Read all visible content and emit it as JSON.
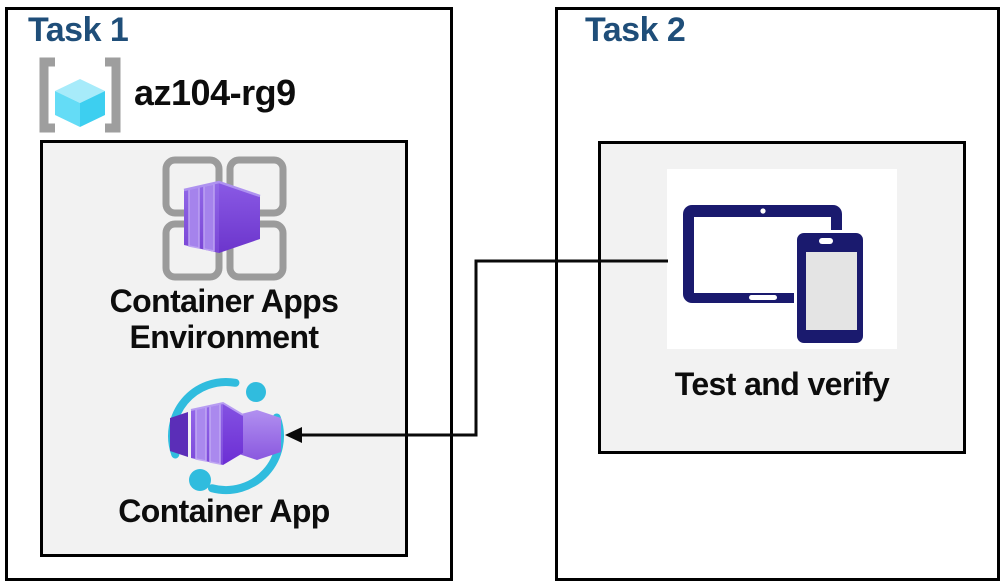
{
  "task1": {
    "title": "Task 1",
    "resource_group": {
      "name": "az104-rg9",
      "icon": "resource-group-icon"
    },
    "environment": {
      "label": "Container Apps Environment",
      "icon": "container-apps-environment-icon"
    },
    "container_app": {
      "label": "Container App",
      "icon": "container-app-icon"
    }
  },
  "task2": {
    "title": "Task 2",
    "test": {
      "label": "Test and verify",
      "icon": "tablet-phone-icon"
    }
  },
  "connector": {
    "type": "elbow-arrow",
    "from": "task2-device-icon",
    "to": "task1-container-app-icon"
  },
  "colors": {
    "title_navy": "#1F4E79",
    "panel_bg": "#F2F2F2",
    "outline_black": "#000000",
    "device_navy": "#1A1A6E",
    "accent_cyan": "#30BCDE",
    "container_purple": "#7C4FD8",
    "bracket_gray": "#9E9E9E",
    "grid_gray": "#9B9B9B",
    "cube_cyan": "#45D2F1"
  }
}
